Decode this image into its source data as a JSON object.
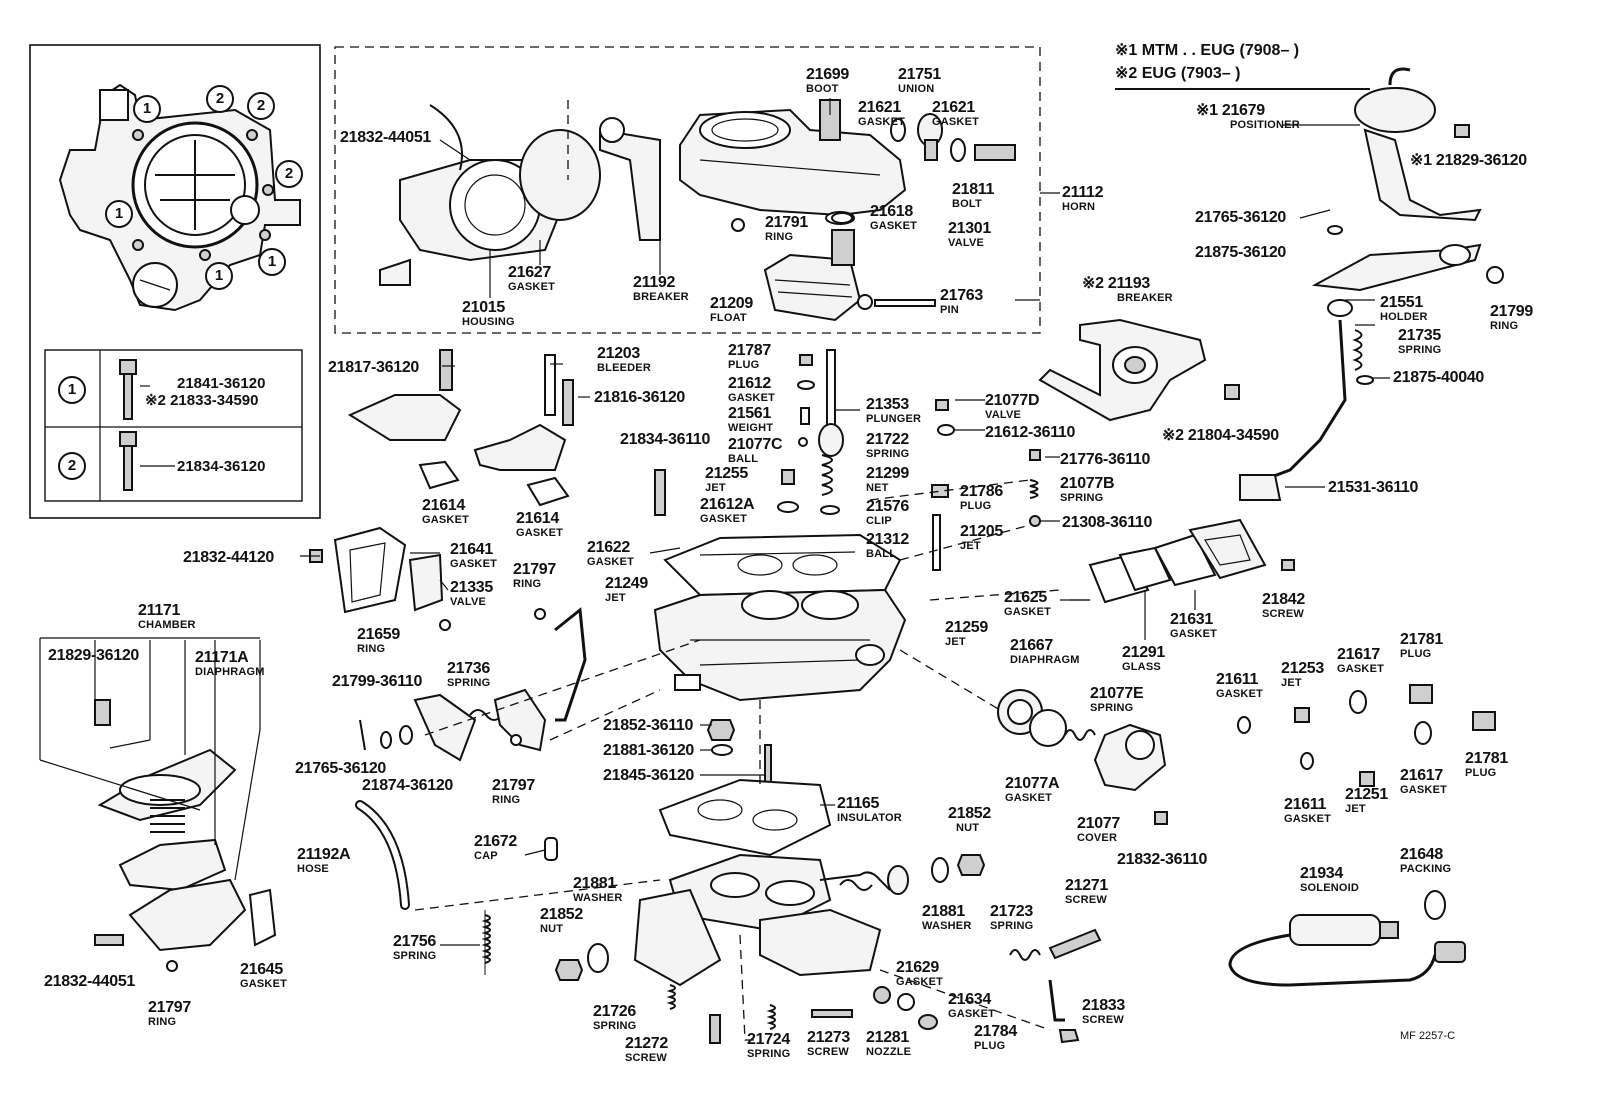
{
  "notes": {
    "note1": "※1 MTM . . EUG (7908–        )",
    "note2": "※2 EUG (7903–        )"
  },
  "figure_code": "MF 2257-C",
  "circle_labels": {
    "one": "1",
    "two": "2"
  },
  "legend": {
    "row1": {
      "mark": "1",
      "part1": "21841-36120",
      "part2": "※2 21833-34590"
    },
    "row2": {
      "mark": "2",
      "part1": "21834-36120"
    }
  },
  "parts": {
    "p21832_44051_top": {
      "num": "21832-44051",
      "name": ""
    },
    "p21015": {
      "num": "21015",
      "name": "HOUSING"
    },
    "p21627": {
      "num": "21627",
      "name": "GASKET"
    },
    "p21192": {
      "num": "21192",
      "name": "BREAKER"
    },
    "p21699": {
      "num": "21699",
      "name": "BOOT"
    },
    "p21751": {
      "num": "21751",
      "name": "UNION"
    },
    "p21621a": {
      "num": "21621",
      "name": "GASKET"
    },
    "p21621b": {
      "num": "21621",
      "name": "GASKET"
    },
    "p21811": {
      "num": "21811",
      "name": "BOLT"
    },
    "p21112": {
      "num": "21112",
      "name": "HORN"
    },
    "p21791": {
      "num": "21791",
      "name": "RING"
    },
    "p21618": {
      "num": "21618",
      "name": "GASKET"
    },
    "p21301": {
      "num": "21301",
      "name": "VALVE"
    },
    "p21209": {
      "num": "21209",
      "name": "FLOAT"
    },
    "p21763": {
      "num": "21763",
      "name": "PIN"
    },
    "p21679": {
      "num": "※1 21679",
      "name": "POSITIONER"
    },
    "p21829_36120_r": {
      "num": "※1 21829-36120",
      "name": ""
    },
    "p21765_36120_r": {
      "num": "21765-36120",
      "name": ""
    },
    "p21875_36120": {
      "num": "21875-36120",
      "name": ""
    },
    "p21193": {
      "num": "※2 21193",
      "name": "BREAKER"
    },
    "p21551": {
      "num": "21551",
      "name": "HOLDER"
    },
    "p21799": {
      "num": "21799",
      "name": "RING"
    },
    "p21735": {
      "num": "21735",
      "name": "SPRING"
    },
    "p21875_40040": {
      "num": "21875-40040",
      "name": ""
    },
    "p21804": {
      "num": "※2 21804-34590",
      "name": ""
    },
    "p21531": {
      "num": "21531-36110",
      "name": ""
    },
    "p21817": {
      "num": "21817-36120",
      "name": ""
    },
    "p21203": {
      "num": "21203",
      "name": "BLEEDER"
    },
    "p21816": {
      "num": "21816-36120",
      "name": ""
    },
    "p21614a": {
      "num": "21614",
      "name": "GASKET"
    },
    "p21614b": {
      "num": "21614",
      "name": "GASKET"
    },
    "p21787": {
      "num": "21787",
      "name": "PLUG"
    },
    "p21612": {
      "num": "21612",
      "name": "GASKET"
    },
    "p21561": {
      "num": "21561",
      "name": "WEIGHT"
    },
    "p21077c": {
      "num": "21077C",
      "name": "BALL"
    },
    "p21353": {
      "num": "21353",
      "name": "PLUNGER"
    },
    "p21722": {
      "num": "21722",
      "name": "SPRING"
    },
    "p21299": {
      "num": "21299",
      "name": "NET"
    },
    "p21576": {
      "num": "21576",
      "name": "CLIP"
    },
    "p21312": {
      "num": "21312",
      "name": "BALL"
    },
    "p21834_36110": {
      "num": "21834-36110",
      "name": ""
    },
    "p21255": {
      "num": "21255",
      "name": "JET"
    },
    "p21612a": {
      "num": "21612A",
      "name": "GASKET"
    },
    "p21077d": {
      "num": "21077D",
      "name": "VALVE"
    },
    "p21612_36110": {
      "num": "21612-36110",
      "name": ""
    },
    "p21776": {
      "num": "21776-36110",
      "name": ""
    },
    "p21077b": {
      "num": "21077B",
      "name": "SPRING"
    },
    "p21786": {
      "num": "21786",
      "name": "PLUG"
    },
    "p21205": {
      "num": "21205",
      "name": "JET"
    },
    "p21308": {
      "num": "21308-36110",
      "name": ""
    },
    "p21832_44120": {
      "num": "21832-44120",
      "name": ""
    },
    "p21641": {
      "num": "21641",
      "name": "GASKET"
    },
    "p21335": {
      "num": "21335",
      "name": "VALVE"
    },
    "p21797a": {
      "num": "21797",
      "name": "RING"
    },
    "p21659": {
      "num": "21659",
      "name": "RING"
    },
    "p21622": {
      "num": "21622",
      "name": "GASKET"
    },
    "p21249": {
      "num": "21249",
      "name": "JET"
    },
    "p21259": {
      "num": "21259",
      "name": "JET"
    },
    "p21625": {
      "num": "21625",
      "name": "GASKET"
    },
    "p21631": {
      "num": "21631",
      "name": "GASKET"
    },
    "p21291": {
      "num": "21291",
      "name": "GLASS"
    },
    "p21842": {
      "num": "21842",
      "name": "SCREW"
    },
    "p21171": {
      "num": "21171",
      "name": "CHAMBER"
    },
    "p21829_36120_l": {
      "num": "21829-36120",
      "name": ""
    },
    "p21171a": {
      "num": "21171A",
      "name": "DIAPHRAGM"
    },
    "p21799_36110": {
      "num": "21799-36110",
      "name": ""
    },
    "p21736": {
      "num": "21736",
      "name": "SPRING"
    },
    "p21765_36120_l": {
      "num": "21765-36120",
      "name": ""
    },
    "p21874": {
      "num": "21874-36120",
      "name": ""
    },
    "p21797b": {
      "num": "21797",
      "name": "RING"
    },
    "p21852_36110": {
      "num": "21852-36110",
      "name": ""
    },
    "p21881_36120": {
      "num": "21881-36120",
      "name": ""
    },
    "p21845": {
      "num": "21845-36120",
      "name": ""
    },
    "p21667": {
      "num": "21667",
      "name": "DIAPHRAGM"
    },
    "p21077e": {
      "num": "21077E",
      "name": "SPRING"
    },
    "p21077a": {
      "num": "21077A",
      "name": "GASKET"
    },
    "p21077": {
      "num": "21077",
      "name": "COVER"
    },
    "p21832_36110": {
      "num": "21832-36110",
      "name": ""
    },
    "p21611a": {
      "num": "21611",
      "name": "GASKET"
    },
    "p21253": {
      "num": "21253",
      "name": "JET"
    },
    "p21617a": {
      "num": "21617",
      "name": "GASKET"
    },
    "p21781a": {
      "num": "21781",
      "name": "PLUG"
    },
    "p21781b": {
      "num": "21781",
      "name": "PLUG"
    },
    "p21611b": {
      "num": "21611",
      "name": "GASKET"
    },
    "p21251": {
      "num": "21251",
      "name": "JET"
    },
    "p21617b": {
      "num": "21617",
      "name": "GASKET"
    },
    "p21165": {
      "num": "21165",
      "name": "INSULATOR"
    },
    "p21852a": {
      "num": "21852",
      "name": "NUT"
    },
    "p21192a": {
      "num": "21192A",
      "name": "HOSE"
    },
    "p21672": {
      "num": "21672",
      "name": "CAP"
    },
    "p21881a": {
      "num": "21881",
      "name": "WASHER"
    },
    "p21852b": {
      "num": "21852",
      "name": "NUT"
    },
    "p21881b": {
      "num": "21881",
      "name": "WASHER"
    },
    "p21723": {
      "num": "21723",
      "name": "SPRING"
    },
    "p21271": {
      "num": "21271",
      "name": "SCREW"
    },
    "p21934": {
      "num": "21934",
      "name": "SOLENOID"
    },
    "p21648": {
      "num": "21648",
      "name": "PACKING"
    },
    "p21756": {
      "num": "21756",
      "name": "SPRING"
    },
    "p21629": {
      "num": "21629",
      "name": "GASKET"
    },
    "p21634": {
      "num": "21634",
      "name": "GASKET"
    },
    "p21833": {
      "num": "21833",
      "name": "SCREW"
    },
    "p21832_44051_b": {
      "num": "21832-44051",
      "name": ""
    },
    "p21797c": {
      "num": "21797",
      "name": "RING"
    },
    "p21645": {
      "num": "21645",
      "name": "GASKET"
    },
    "p21726": {
      "num": "21726",
      "name": "SPRING"
    },
    "p21272": {
      "num": "21272",
      "name": "SCREW"
    },
    "p21724": {
      "num": "21724",
      "name": "SPRING"
    },
    "p21273": {
      "num": "21273",
      "name": "SCREW"
    },
    "p21281": {
      "num": "21281",
      "name": "NOZZLE"
    },
    "p21784": {
      "num": "21784",
      "name": "PLUG"
    }
  }
}
